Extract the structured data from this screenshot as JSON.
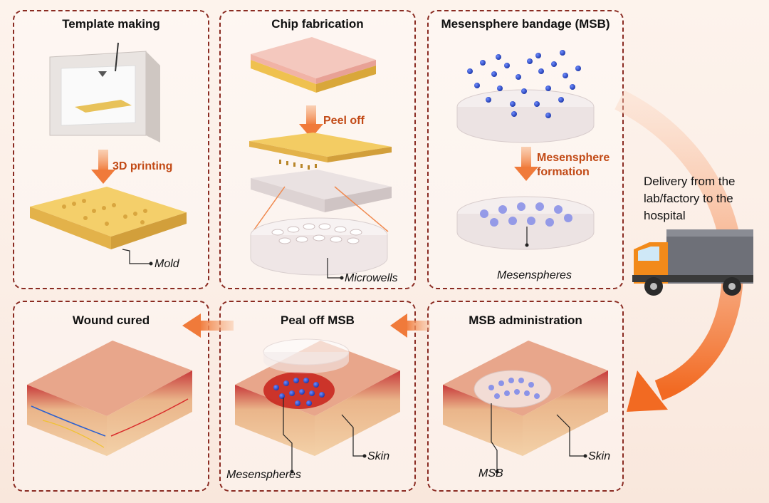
{
  "panels": {
    "template": {
      "title": "Template making",
      "step": "3D printing",
      "callout": "Mold"
    },
    "chip": {
      "title": "Chip fabrication",
      "step": "Peel off",
      "callout": "Microwells"
    },
    "msb": {
      "title": "Mesensphere bandage (MSB)",
      "step_line1": "Mesensphere",
      "step_line2": "formation",
      "callout": "Mesenspheres"
    },
    "admin": {
      "title": "MSB administration",
      "callout_left": "MSB",
      "callout_right": "Skin"
    },
    "peel": {
      "title": "Peal off MSB",
      "callout_left": "Mesenspheres",
      "callout_right": "Skin"
    },
    "cured": {
      "title": "Wound cured"
    }
  },
  "delivery": {
    "line1": "Delivery from the",
    "line2": "lab/factory to the",
    "line3": "hospital"
  },
  "colors": {
    "border": "#8a2b22",
    "step_text": "#c24a16",
    "arrow": "#f07a3a",
    "mold": "#f2c661",
    "cell": "#1f47c8",
    "skin": "#e6a58a",
    "truck_cab": "#f28a1a",
    "truck_box": "#6e7078"
  }
}
